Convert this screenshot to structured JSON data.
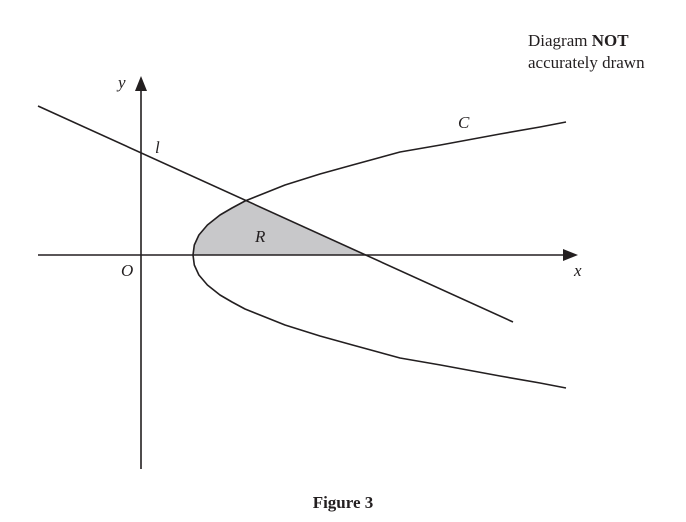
{
  "note": {
    "line1_prefix": "Diagram",
    "line1_bold": "NOT",
    "line2": "accurately drawn"
  },
  "diagram": {
    "axes": {
      "x_label": "x",
      "y_label": "y",
      "origin_label": "O"
    },
    "curve_label": "C",
    "line_label": "l",
    "region_label": "R",
    "region_fill": "#c8c8ca",
    "stroke_color": "#231f20"
  },
  "caption": "Figure 3"
}
